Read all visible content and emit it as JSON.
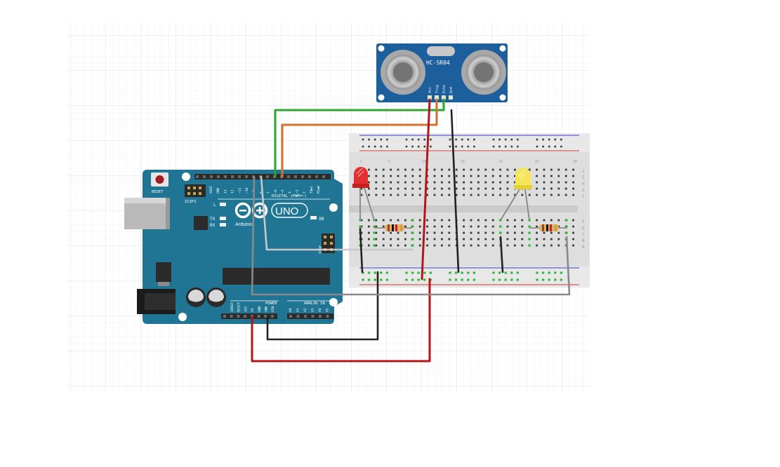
{
  "sensor": {
    "model": "HC-SR04",
    "pins": [
      "Vcc",
      "Trig",
      "Echo",
      "Gnd"
    ]
  },
  "arduino": {
    "reset_label": "RESET",
    "icsp2_label": "ICSP2",
    "icsp_label": "ICSP",
    "l_label": "L",
    "tx_label": "TX",
    "rx_label": "RX",
    "on_label": "ON",
    "logo_text": "UNO",
    "brand": "Arduino",
    "digital_label": "DIGITAL (PWM=~)",
    "power_label": "POWER",
    "analog_label": "ANALOG IN",
    "top_pins": [
      "AREF",
      "GND",
      "13",
      "12",
      "~11",
      "~10",
      "~9",
      "8",
      "7",
      "~6",
      "~5",
      "4",
      "~3",
      "2",
      "TX▶1",
      "RX◀0"
    ],
    "power_pins": [
      "IOREF",
      "RESET",
      "3V3",
      "5V",
      "GND",
      "GND",
      "VIN"
    ],
    "analog_pins": [
      "A0",
      "A1",
      "A2",
      "A3",
      "A4",
      "A5"
    ]
  },
  "breadboard": {
    "row_letters_left": [
      "J",
      "I",
      "H",
      "G",
      "F",
      "E",
      "D",
      "C",
      "B",
      "A"
    ],
    "column_numbers": [
      "1",
      "5",
      "10",
      "15",
      "20",
      "25",
      "30"
    ]
  },
  "leds": [
    {
      "color": "red"
    },
    {
      "color": "yellow"
    }
  ],
  "wire_colors": {
    "trig": "#2fa52f",
    "echo": "#d2732b",
    "vcc": "#b3151b",
    "gnd": "#222222",
    "led_signal": "#c8c8c8",
    "led2_signal": "#8a8a8a"
  }
}
